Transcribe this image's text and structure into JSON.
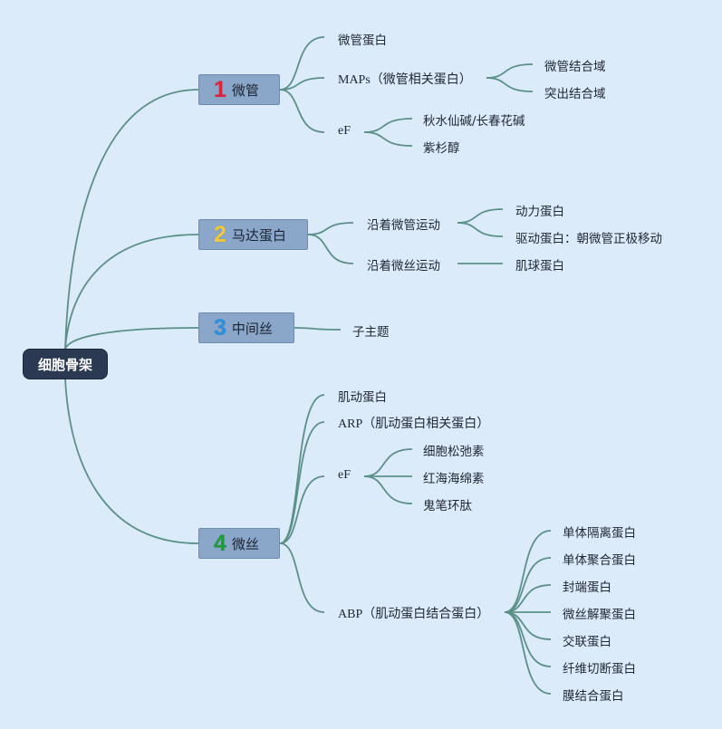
{
  "root": {
    "label": "细胞骨架"
  },
  "branches": [
    {
      "number": "1",
      "number_color": "#d8243c",
      "label": "微管"
    },
    {
      "number": "2",
      "number_color": "#f2c93a",
      "label": "马达蛋白"
    },
    {
      "number": "3",
      "number_color": "#2a8fe0",
      "label": "中间丝"
    },
    {
      "number": "4",
      "number_color": "#1e9a3c",
      "label": "微丝"
    }
  ],
  "topics": {
    "b1": {
      "t1": "微管蛋白",
      "t2": "MAPs（微管相关蛋白）",
      "t2a": "微管结合域",
      "t2b": "突出结合域",
      "t3": "eF",
      "t3a": "秋水仙碱/长春花碱",
      "t3b": "紫杉醇"
    },
    "b2": {
      "t1": "沿着微管运动",
      "t1a": "动力蛋白",
      "t1b": "驱动蛋白：朝微管正极移动",
      "t2": "沿着微丝运动",
      "t2a": "肌球蛋白"
    },
    "b3": {
      "t1": "子主题"
    },
    "b4": {
      "t1": "肌动蛋白",
      "t2": "ARP（肌动蛋白相关蛋白）",
      "t3": "eF",
      "t3a": "细胞松弛素",
      "t3b": "红海海绵素",
      "t3c": "鬼笔环肽",
      "t4": "ABP（肌动蛋白结合蛋白）",
      "t4a": "单体隔离蛋白",
      "t4b": "单体聚合蛋白",
      "t4c": "封端蛋白",
      "t4d": "微丝解聚蛋白",
      "t4e": "交联蛋白",
      "t4f": "纤维切断蛋白",
      "t4g": "膜结合蛋白"
    }
  },
  "colors": {
    "background": "#dcebf9",
    "connector": "#5b9088",
    "branch_fill": "#8aa7c9",
    "root_fill": "#2b3a52"
  }
}
